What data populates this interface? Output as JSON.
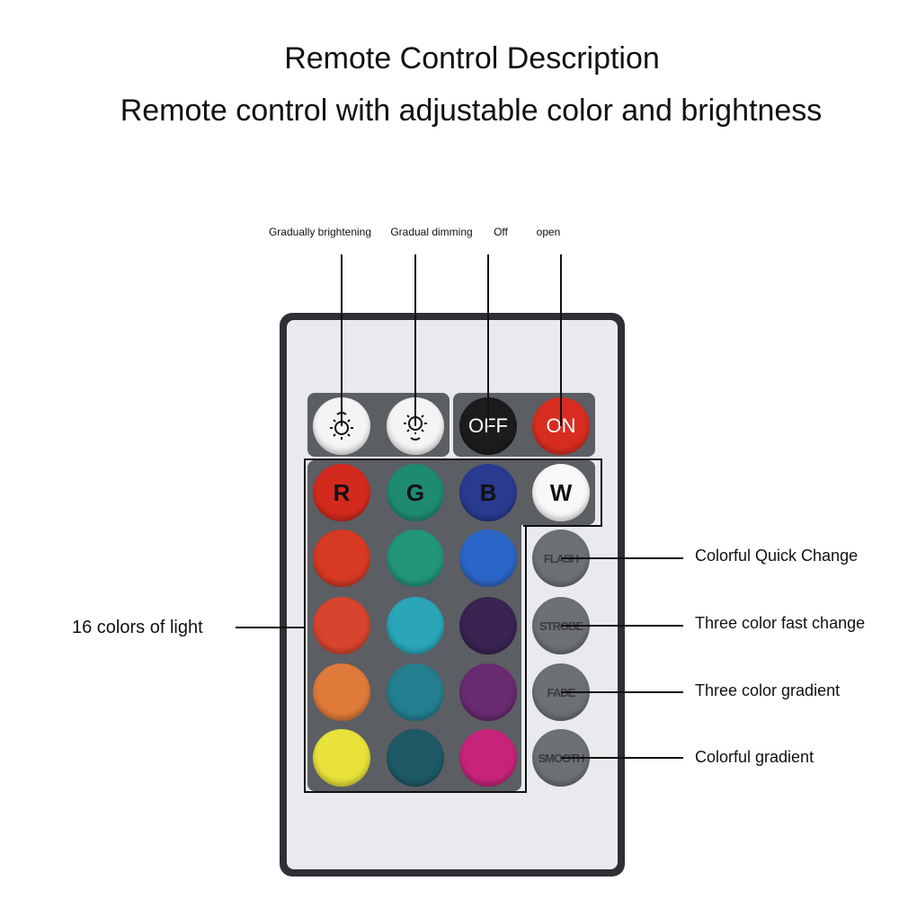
{
  "title": "Remote Control Description",
  "subtitle": "Remote control with adjustable color and brightness",
  "top_labels": [
    "Gradually brightening",
    "Gradual dimming",
    "Off",
    "open"
  ],
  "power_buttons": {
    "off": "OFF",
    "on": "ON"
  },
  "color_buttons": [
    {
      "label": "R",
      "color": "#d42a1e"
    },
    {
      "label": "G",
      "color": "#1f8a72"
    },
    {
      "label": "B",
      "color": "#2a3a90"
    },
    {
      "label": "W",
      "color": "#f8f8f8"
    },
    {
      "label": "",
      "color": "#d63a24"
    },
    {
      "label": "",
      "color": "#22957a"
    },
    {
      "label": "",
      "color": "#2a66c8"
    },
    {
      "label": "",
      "color": "#d8452e"
    },
    {
      "label": "",
      "color": "#2aa6b8"
    },
    {
      "label": "",
      "color": "#3a2452"
    },
    {
      "label": "",
      "color": "#e07a3a"
    },
    {
      "label": "",
      "color": "#237f90"
    },
    {
      "label": "",
      "color": "#6a2a70"
    },
    {
      "label": "",
      "color": "#e8e23a"
    },
    {
      "label": "",
      "color": "#1e5a66"
    },
    {
      "label": "",
      "color": "#c8237a"
    }
  ],
  "mode_buttons": [
    "FLASH",
    "STROBE",
    "FADE",
    "SMOOTH"
  ],
  "mode_labels": [
    "Colorful Quick Change",
    "Three color fast change",
    "Three color gradient",
    "Colorful gradient"
  ],
  "left_label": "16 colors of light"
}
